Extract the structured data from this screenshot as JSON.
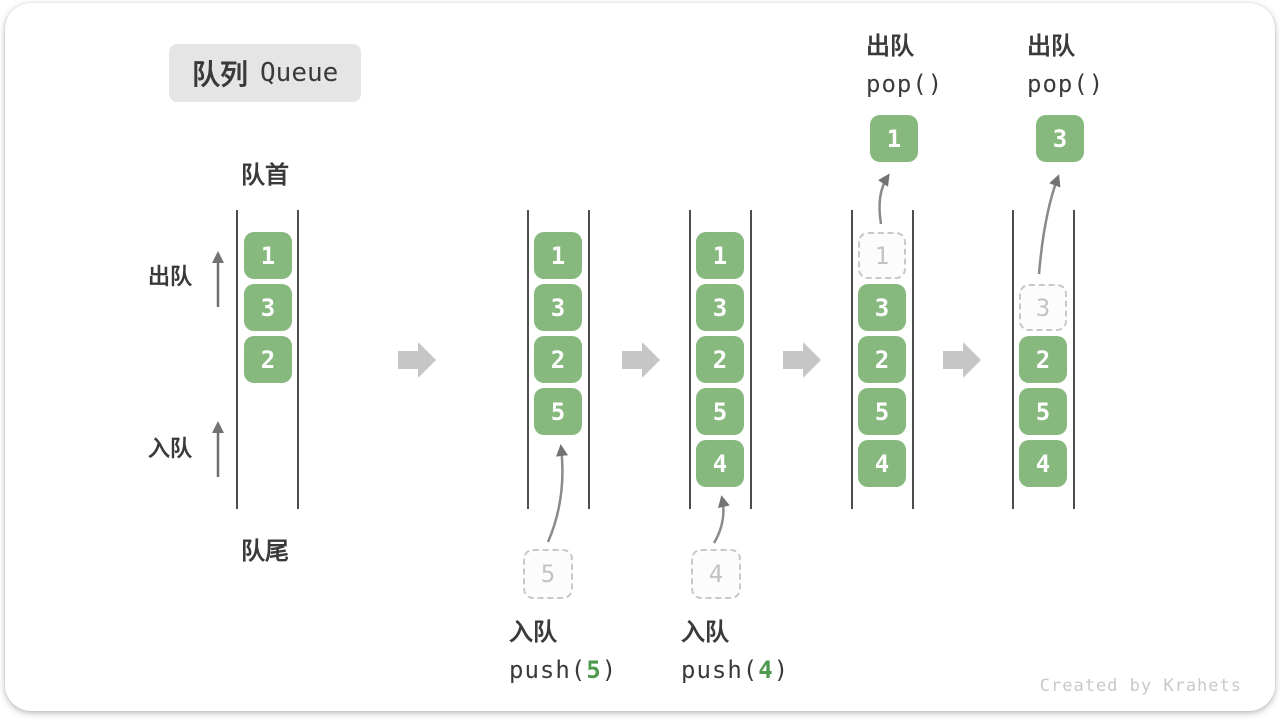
{
  "title": {
    "zh": "队列",
    "en": "Queue"
  },
  "side_labels": {
    "front": "队首",
    "rear": "队尾",
    "dequeue": "出队",
    "enqueue": "入队"
  },
  "states": [
    {
      "boxes": [
        "1",
        "3",
        "2"
      ]
    },
    {
      "boxes": [
        "1",
        "3",
        "2",
        "5"
      ],
      "staged": "5"
    },
    {
      "boxes": [
        "1",
        "3",
        "2",
        "5",
        "4"
      ],
      "staged": "4"
    },
    {
      "ghost": "1",
      "boxes": [
        "3",
        "2",
        "5",
        "4"
      ],
      "popped": "1"
    },
    {
      "ghost": "3",
      "boxes": [
        "2",
        "5",
        "4"
      ],
      "popped": "3"
    }
  ],
  "operations": {
    "push_5": {
      "label_zh": "入队",
      "code_prefix": "push(",
      "arg": "5",
      "code_suffix": ")"
    },
    "push_4": {
      "label_zh": "入队",
      "code_prefix": "push(",
      "arg": "4",
      "code_suffix": ")"
    },
    "pop_1": {
      "label_zh": "出队",
      "code": "pop()"
    },
    "pop_2": {
      "label_zh": "出队",
      "code": "pop()"
    }
  },
  "watermark": "Created by Krahets",
  "colors": {
    "box_green": "#87b97f",
    "arg_green": "#4e9b50",
    "block_arrow_gray": "#c6c6c6",
    "dashed_gray": "#c8c8c8",
    "wall_line": "#4d4d4d",
    "thin_arrow": "#7d7d7d",
    "badge_bg": "#e5e5e5"
  }
}
